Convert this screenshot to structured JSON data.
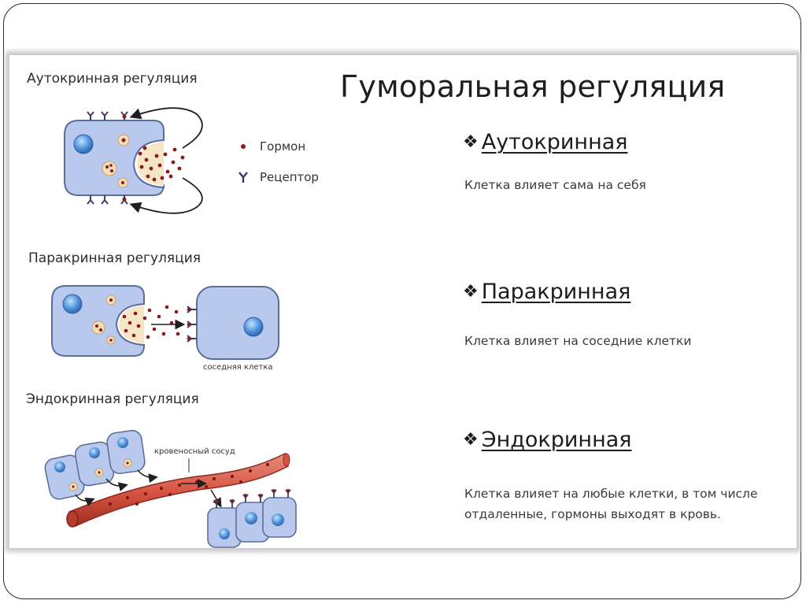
{
  "title": "Гуморальная регуляция",
  "panels": {
    "autocrine": {
      "heading": "Аутокринная регуляция",
      "type_label": "Аутокринная",
      "bullet": "❖",
      "description": "Клетка влияет сама на себя"
    },
    "paracrine": {
      "heading": "Паракринная регуляция",
      "type_label": "Паракринная",
      "bullet": "❖",
      "description": "Клетка влияет на соседние клетки",
      "neighbor_label": "соседняя клетка"
    },
    "endocrine": {
      "heading": "Эндокринная регуляция",
      "type_label": "Эндокринная",
      "bullet": "❖",
      "description_line1": "Клетка влияет на любые клетки, в том числе",
      "description_line2": "отдаленные, гормоны выходят в кровь.",
      "vessel_label": "кровеносный сосуд"
    }
  },
  "legend": {
    "hormone": "Гормон",
    "receptor": "Рецептор"
  },
  "colors": {
    "cell_fill": "#b9c9ee",
    "cell_stroke": "#5c6f9a",
    "nucleus": "#4d8ed8",
    "hormone": "#8b1a1a",
    "vesicle": "#f4ddb8",
    "vessel": "#d45a4a",
    "receptor": "#3b3f6a"
  }
}
